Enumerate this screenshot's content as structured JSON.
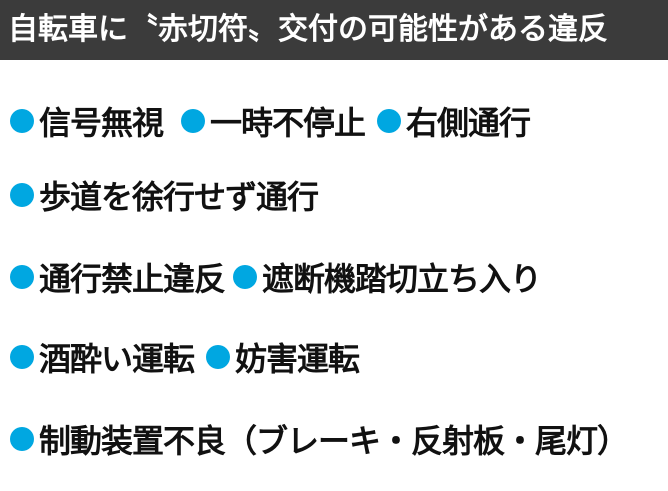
{
  "title": "自転車に〝赤切符〟交付の可能性がある違反",
  "bullet_color": "#00a7e1",
  "rows": [
    [
      "信号無視",
      "一時不停止",
      "右側通行"
    ],
    [
      "歩道を徐行せず通行"
    ],
    [
      "通行禁止違反",
      "遮断機踏切立ち入り"
    ],
    [
      "酒酔い運転",
      "妨害運転"
    ],
    [
      "制動装置不良（ブレーキ・反射板・尾灯）"
    ]
  ]
}
